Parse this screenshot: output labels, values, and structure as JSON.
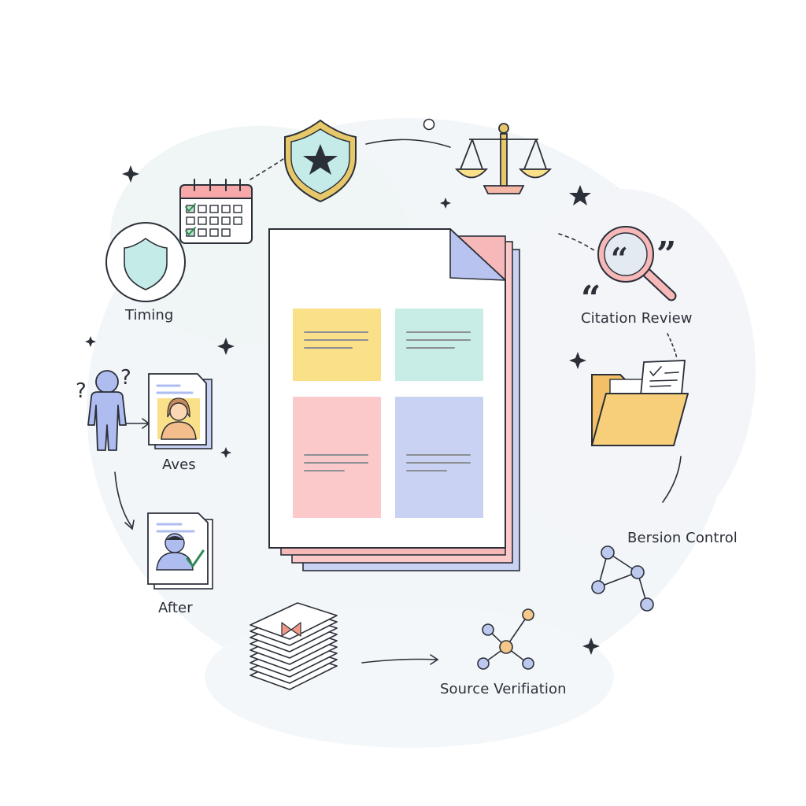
{
  "labels": {
    "timing": "Timing",
    "citation_review": "Citation Review",
    "aves": "Aves",
    "after": "After",
    "bersion_control": "Bersion Control",
    "source_verification": "Source Verifiation"
  },
  "icons": [
    "shield-star-icon",
    "scales-icon",
    "calendar-icon",
    "shield-icon",
    "magnifier-quote-icon",
    "folder-icon",
    "confused-person-icon",
    "profile-document-icon",
    "verified-profile-icon",
    "paper-stack-icon",
    "network-nodes-icon",
    "document-stack-icon"
  ],
  "colors": {
    "ink": "#2b2f38",
    "yellow": "#fbe08a",
    "teal": "#c8ece6",
    "pink": "#fbc9c9",
    "lavender": "#c9d2f2",
    "shield_fill": "#c5ebe8",
    "shield_border": "#e6c86a",
    "folder": "#f7c96b",
    "person": "#aebcf0",
    "node_blue": "#bcc8ee",
    "node_orange": "#f4c78a"
  }
}
